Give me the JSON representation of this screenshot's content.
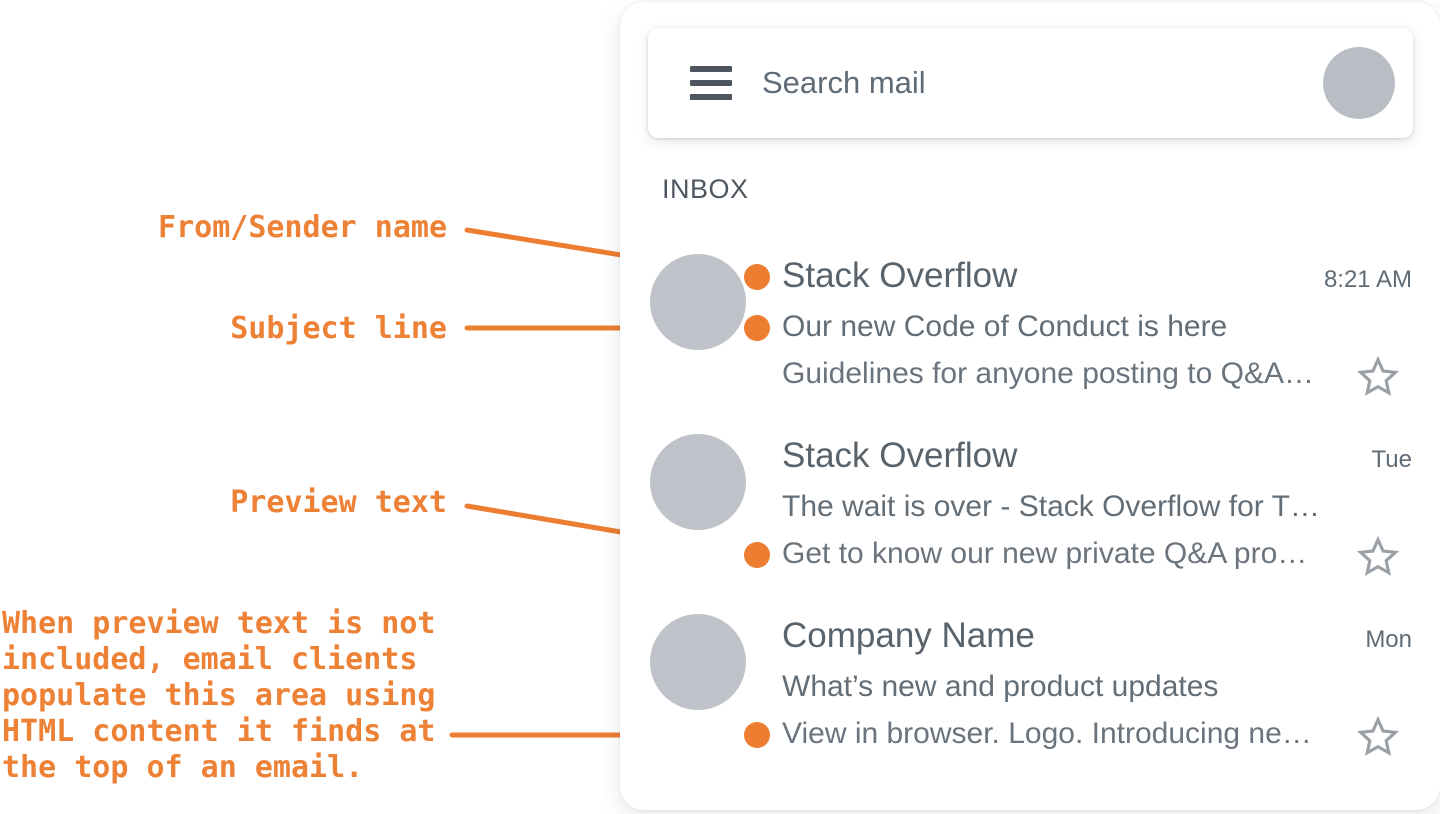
{
  "annotations": {
    "sender_label": "From/Sender name",
    "subject_label": "Subject line",
    "preview_label": "Preview text",
    "note": "When preview text is not\nincluded, email clients\npopulate this area using\nHTML content it finds at\nthe top of an email.",
    "accent_color": "#ed7d31"
  },
  "email_client": {
    "search_placeholder": "Search mail",
    "inbox_label": "INBOX",
    "emails": [
      {
        "sender": "Stack Overflow",
        "time": "8:21 AM",
        "subject": "Our new Code of Conduct is here",
        "preview": "Guidelines for anyone posting to Q&A…"
      },
      {
        "sender": "Stack Overflow",
        "time": "Tue",
        "subject": "The wait is over - Stack Overflow for T…",
        "preview": "Get to know our new private Q&A pro…"
      },
      {
        "sender": "Company Name",
        "time": "Mon",
        "subject": "What’s new and product updates",
        "preview": "View in browser. Logo. Introducing ne…"
      }
    ]
  },
  "colors": {
    "card_bg": "#ffffff",
    "avatar_gray": "#bfc3c9",
    "text_dark_gray": "#59636c",
    "text_gray": "#636d76",
    "star_gray": "#9aa0a6",
    "annotation_orange": "#ed8136"
  }
}
